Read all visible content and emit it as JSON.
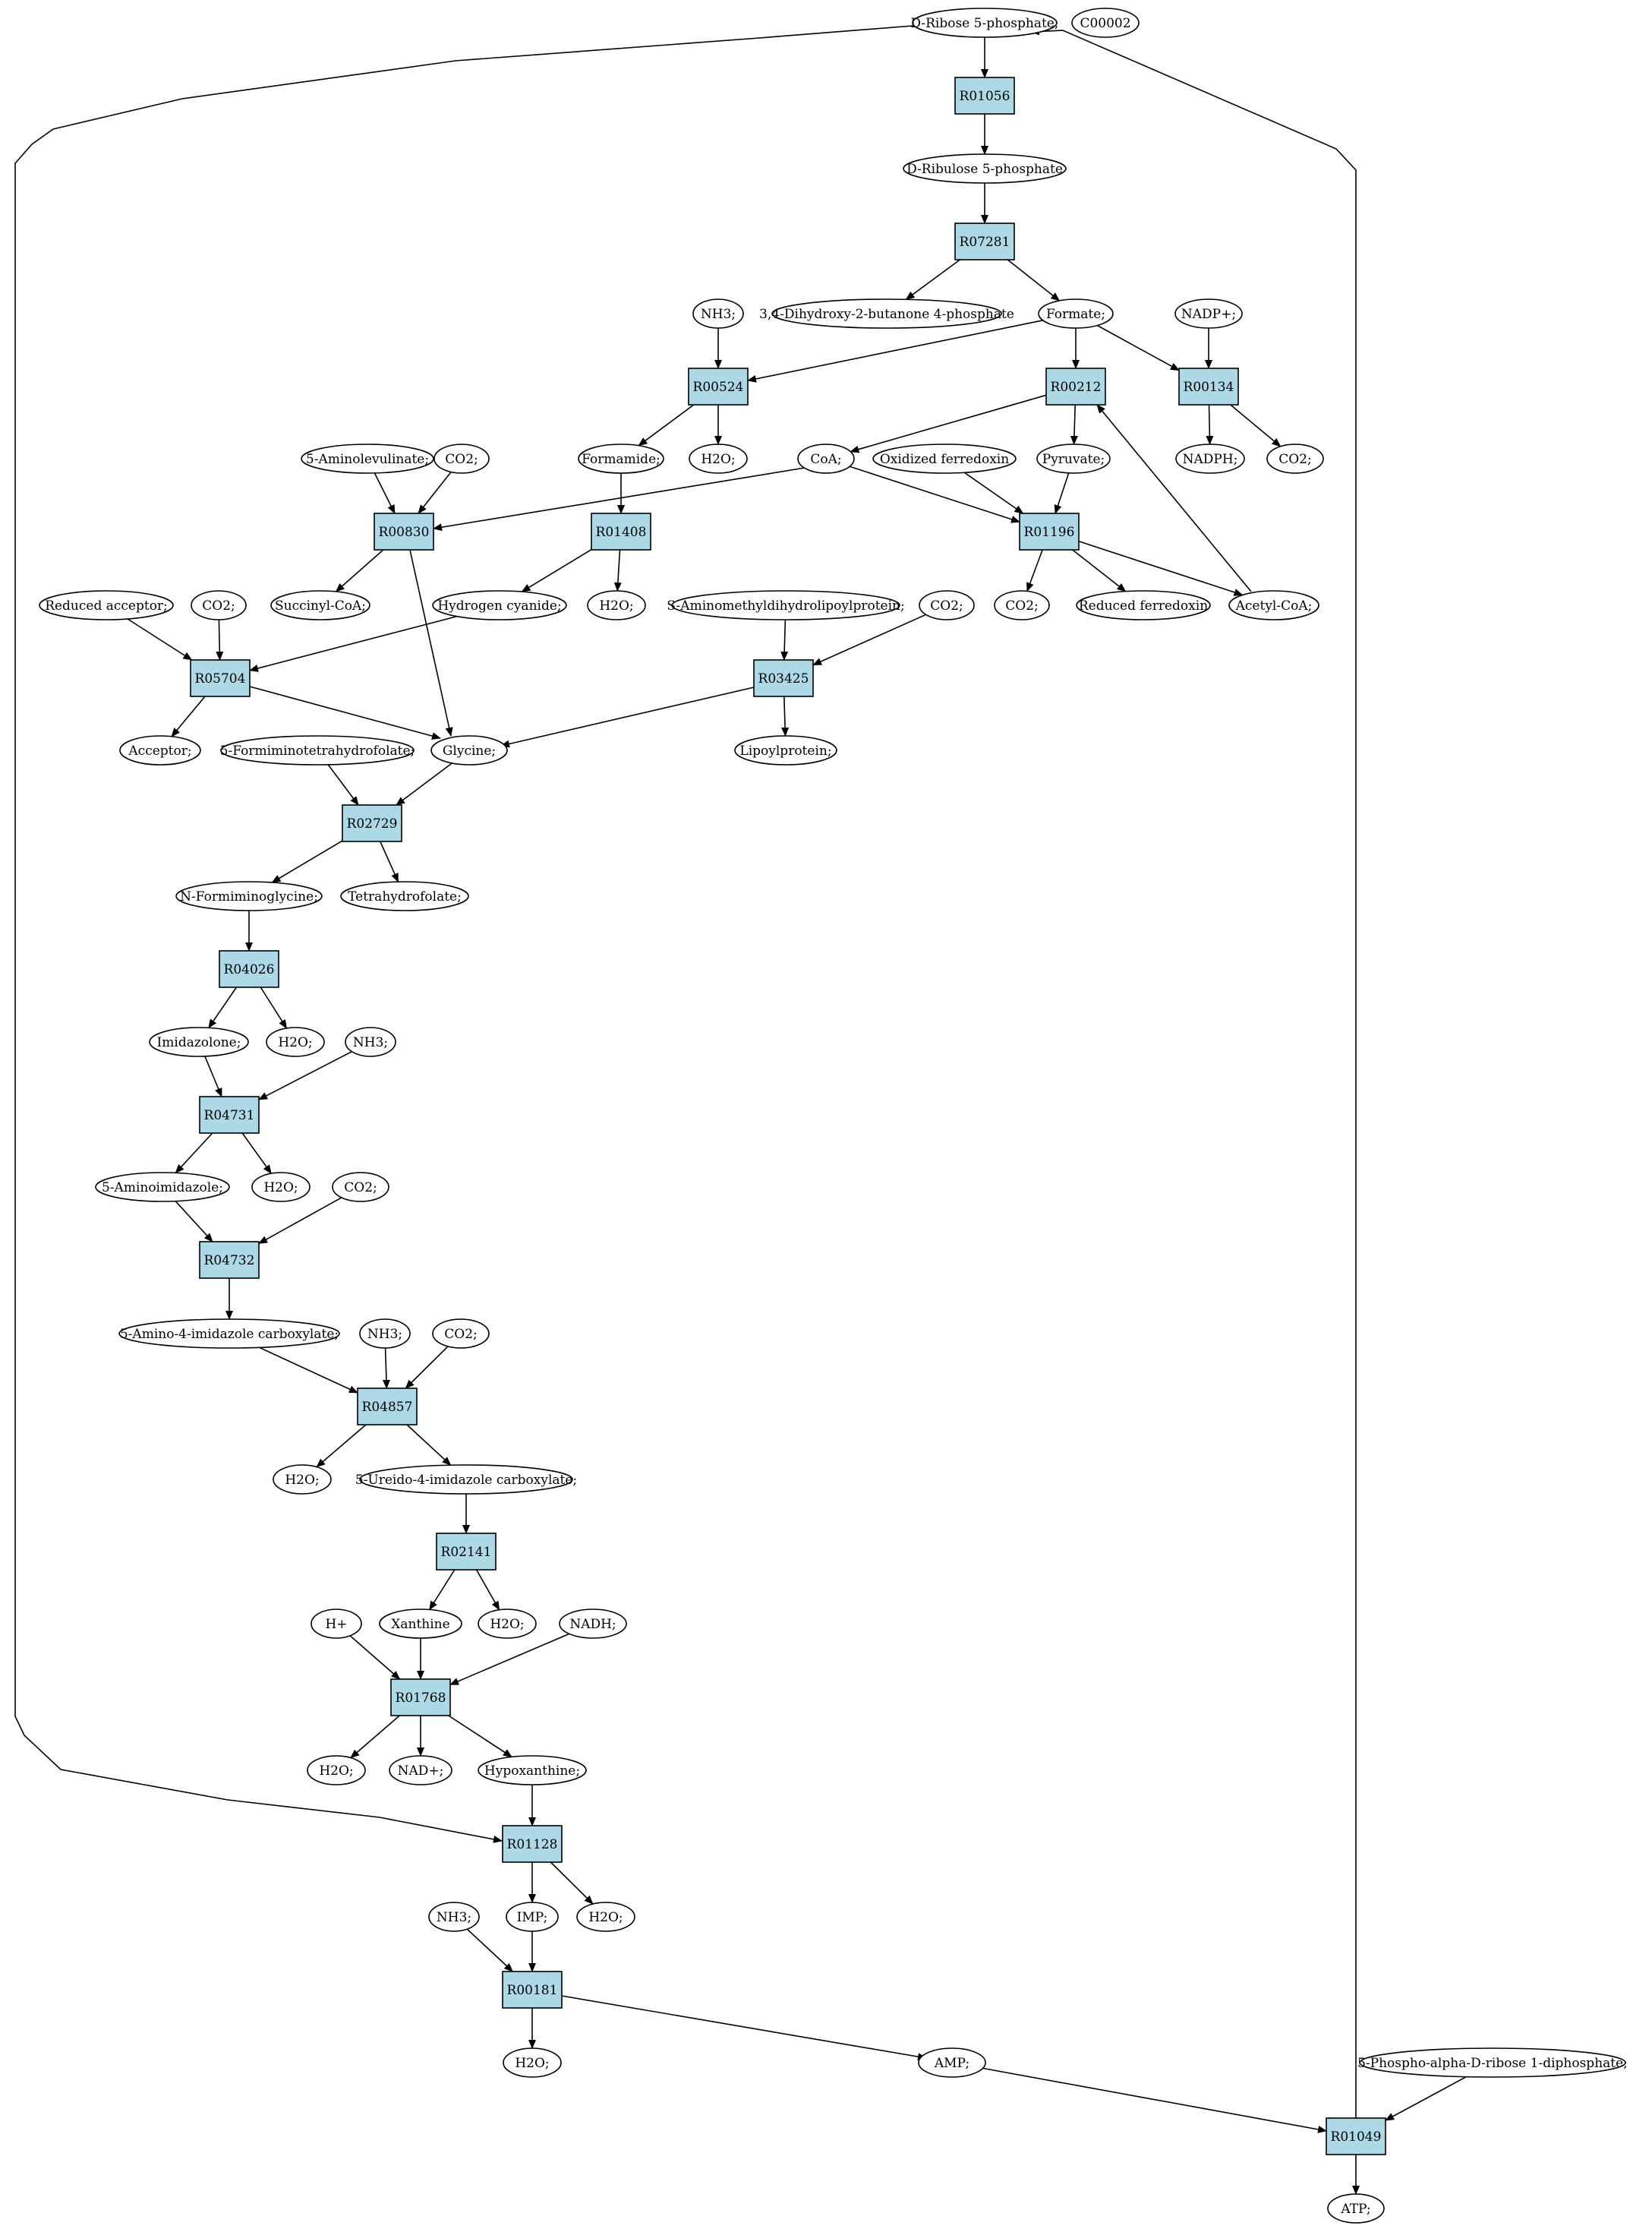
{
  "colors": {
    "reaction_fill": "#add8e6",
    "compound_fill": "#ffffff",
    "start_fill": "#00ff00",
    "legend_fill": "#ffff00",
    "line": "#000000"
  },
  "nodes": [
    {
      "id": "ribose5p",
      "label": "D-Ribose 5-phosphate;",
      "kind": "compound",
      "style": "start"
    },
    {
      "id": "c00002",
      "label": "C00002",
      "kind": "compound",
      "style": "legend"
    },
    {
      "id": "R01056",
      "label": "R01056",
      "kind": "reaction"
    },
    {
      "id": "ribulose5p",
      "label": "D-Ribulose 5-phosphate",
      "kind": "compound"
    },
    {
      "id": "R07281",
      "label": "R07281",
      "kind": "reaction"
    },
    {
      "id": "dihydroxybutanone",
      "label": "3,4-Dihydroxy-2-butanone 4-phosphate",
      "kind": "compound"
    },
    {
      "id": "formate",
      "label": "Formate;",
      "kind": "compound"
    },
    {
      "id": "nh3_1",
      "label": "NH3;",
      "kind": "compound"
    },
    {
      "id": "nadp",
      "label": "NADP+;",
      "kind": "compound"
    },
    {
      "id": "R00524",
      "label": "R00524",
      "kind": "reaction"
    },
    {
      "id": "R00212",
      "label": "R00212",
      "kind": "reaction"
    },
    {
      "id": "R00134",
      "label": "R00134",
      "kind": "reaction"
    },
    {
      "id": "aminolevulinate",
      "label": "5-Aminolevulinate;",
      "kind": "compound"
    },
    {
      "id": "co2_1",
      "label": "CO2;",
      "kind": "compound"
    },
    {
      "id": "formamide",
      "label": "Formamide;",
      "kind": "compound"
    },
    {
      "id": "h2o_1",
      "label": "H2O;",
      "kind": "compound"
    },
    {
      "id": "coa",
      "label": "CoA;",
      "kind": "compound"
    },
    {
      "id": "oxfd",
      "label": "Oxidized ferredoxin",
      "kind": "compound"
    },
    {
      "id": "pyruvate",
      "label": "Pyruvate;",
      "kind": "compound"
    },
    {
      "id": "nadph",
      "label": "NADPH;",
      "kind": "compound"
    },
    {
      "id": "co2_2",
      "label": "CO2;",
      "kind": "compound"
    },
    {
      "id": "R00830",
      "label": "R00830",
      "kind": "reaction"
    },
    {
      "id": "R01408",
      "label": "R01408",
      "kind": "reaction"
    },
    {
      "id": "R01196",
      "label": "R01196",
      "kind": "reaction"
    },
    {
      "id": "redacc",
      "label": "Reduced acceptor;",
      "kind": "compound"
    },
    {
      "id": "co2_3",
      "label": "CO2;",
      "kind": "compound"
    },
    {
      "id": "succcoa",
      "label": "Succinyl-CoA;",
      "kind": "compound"
    },
    {
      "id": "hcn",
      "label": "Hydrogen cyanide;",
      "kind": "compound"
    },
    {
      "id": "h2o_2",
      "label": "H2O;",
      "kind": "compound"
    },
    {
      "id": "amdhlp",
      "label": "S-Aminomethyldihydrolipoylprotein;",
      "kind": "compound"
    },
    {
      "id": "co2_4",
      "label": "CO2;",
      "kind": "compound"
    },
    {
      "id": "co2_5",
      "label": "CO2;",
      "kind": "compound"
    },
    {
      "id": "redfd",
      "label": "Reduced ferredoxin",
      "kind": "compound"
    },
    {
      "id": "acetylcoa",
      "label": "Acetyl-CoA;",
      "kind": "compound"
    },
    {
      "id": "R05704",
      "label": "R05704",
      "kind": "reaction"
    },
    {
      "id": "R03425",
      "label": "R03425",
      "kind": "reaction"
    },
    {
      "id": "acceptor",
      "label": "Acceptor;",
      "kind": "compound"
    },
    {
      "id": "fthf",
      "label": "5-Formiminotetrahydrofolate;",
      "kind": "compound"
    },
    {
      "id": "glycine",
      "label": "Glycine;",
      "kind": "compound"
    },
    {
      "id": "lipoylprotein",
      "label": "Lipoylprotein;",
      "kind": "compound"
    },
    {
      "id": "R02729",
      "label": "R02729",
      "kind": "reaction"
    },
    {
      "id": "nformimglycine",
      "label": "N-Formiminoglycine;",
      "kind": "compound"
    },
    {
      "id": "thf",
      "label": "Tetrahydrofolate;",
      "kind": "compound"
    },
    {
      "id": "R04026",
      "label": "R04026",
      "kind": "reaction"
    },
    {
      "id": "imidazolone",
      "label": "Imidazolone;",
      "kind": "compound"
    },
    {
      "id": "h2o_3",
      "label": "H2O;",
      "kind": "compound"
    },
    {
      "id": "nh3_2",
      "label": "NH3;",
      "kind": "compound"
    },
    {
      "id": "R04731",
      "label": "R04731",
      "kind": "reaction"
    },
    {
      "id": "aminoimidazole",
      "label": "5-Aminoimidazole;",
      "kind": "compound"
    },
    {
      "id": "h2o_4",
      "label": "H2O;",
      "kind": "compound"
    },
    {
      "id": "co2_6",
      "label": "CO2;",
      "kind": "compound"
    },
    {
      "id": "R04732",
      "label": "R04732",
      "kind": "reaction"
    },
    {
      "id": "aic",
      "label": "5-Amino-4-imidazole carboxylate;",
      "kind": "compound"
    },
    {
      "id": "nh3_3",
      "label": "NH3;",
      "kind": "compound"
    },
    {
      "id": "co2_7",
      "label": "CO2;",
      "kind": "compound"
    },
    {
      "id": "R04857",
      "label": "R04857",
      "kind": "reaction"
    },
    {
      "id": "h2o_5",
      "label": "H2O;",
      "kind": "compound"
    },
    {
      "id": "uic",
      "label": "5-Ureido-4-imidazole carboxylate;",
      "kind": "compound"
    },
    {
      "id": "R02141",
      "label": "R02141",
      "kind": "reaction"
    },
    {
      "id": "hplus",
      "label": "H+",
      "kind": "compound"
    },
    {
      "id": "xanthine",
      "label": "Xanthine",
      "kind": "compound"
    },
    {
      "id": "h2o_6",
      "label": "H2O;",
      "kind": "compound"
    },
    {
      "id": "nadh",
      "label": "NADH;",
      "kind": "compound"
    },
    {
      "id": "R01768",
      "label": "R01768",
      "kind": "reaction"
    },
    {
      "id": "h2o_7",
      "label": "H2O;",
      "kind": "compound"
    },
    {
      "id": "nadplus",
      "label": "NAD+;",
      "kind": "compound"
    },
    {
      "id": "hypoxanthine",
      "label": "Hypoxanthine;",
      "kind": "compound"
    },
    {
      "id": "R01128",
      "label": "R01128",
      "kind": "reaction"
    },
    {
      "id": "nh3_4",
      "label": "NH3;",
      "kind": "compound"
    },
    {
      "id": "imp",
      "label": "IMP;",
      "kind": "compound"
    },
    {
      "id": "h2o_8",
      "label": "H2O;",
      "kind": "compound"
    },
    {
      "id": "R00181",
      "label": "R00181",
      "kind": "reaction"
    },
    {
      "id": "h2o_9",
      "label": "H2O;",
      "kind": "compound"
    },
    {
      "id": "amp",
      "label": "AMP;",
      "kind": "compound"
    },
    {
      "id": "prpp",
      "label": "5-Phospho-alpha-D-ribose 1-diphosphate;",
      "kind": "compound"
    },
    {
      "id": "R01049",
      "label": "R01049",
      "kind": "reaction"
    },
    {
      "id": "atp",
      "label": "ATP;",
      "kind": "compound"
    }
  ],
  "edges": [
    [
      "ribose5p",
      "R01056"
    ],
    [
      "R01056",
      "ribulose5p"
    ],
    [
      "ribulose5p",
      "R07281"
    ],
    [
      "R07281",
      "dihydroxybutanone"
    ],
    [
      "R07281",
      "formate"
    ],
    [
      "nh3_1",
      "R00524"
    ],
    [
      "formate",
      "R00524"
    ],
    [
      "formate",
      "R00212"
    ],
    [
      "formate",
      "R00134"
    ],
    [
      "nadp",
      "R00134"
    ],
    [
      "R00524",
      "formamide"
    ],
    [
      "R00524",
      "h2o_1"
    ],
    [
      "R00212",
      "coa"
    ],
    [
      "R00212",
      "pyruvate"
    ],
    [
      "R00134",
      "nadph"
    ],
    [
      "R00134",
      "co2_2"
    ],
    [
      "aminolevulinate",
      "R00830"
    ],
    [
      "co2_1",
      "R00830"
    ],
    [
      "coa",
      "R00830"
    ],
    [
      "formamide",
      "R01408"
    ],
    [
      "coa",
      "R01196"
    ],
    [
      "oxfd",
      "R01196"
    ],
    [
      "pyruvate",
      "R01196"
    ],
    [
      "R00830",
      "succcoa"
    ],
    [
      "R00830",
      "glycine"
    ],
    [
      "R01408",
      "hcn"
    ],
    [
      "R01408",
      "h2o_2"
    ],
    [
      "R01196",
      "co2_5"
    ],
    [
      "R01196",
      "redfd"
    ],
    [
      "R01196",
      "acetylcoa"
    ],
    [
      "acetylcoa",
      "R00212"
    ],
    [
      "redacc",
      "R05704"
    ],
    [
      "co2_3",
      "R05704"
    ],
    [
      "hcn",
      "R05704"
    ],
    [
      "amdhlp",
      "R03425"
    ],
    [
      "co2_4",
      "R03425"
    ],
    [
      "R05704",
      "acceptor"
    ],
    [
      "R05704",
      "glycine"
    ],
    [
      "R03425",
      "glycine"
    ],
    [
      "R03425",
      "lipoylprotein"
    ],
    [
      "fthf",
      "R02729"
    ],
    [
      "glycine",
      "R02729"
    ],
    [
      "R02729",
      "nformimglycine"
    ],
    [
      "R02729",
      "thf"
    ],
    [
      "nformimglycine",
      "R04026"
    ],
    [
      "R04026",
      "imidazolone"
    ],
    [
      "R04026",
      "h2o_3"
    ],
    [
      "imidazolone",
      "R04731"
    ],
    [
      "nh3_2",
      "R04731"
    ],
    [
      "R04731",
      "aminoimidazole"
    ],
    [
      "R04731",
      "h2o_4"
    ],
    [
      "aminoimidazole",
      "R04732"
    ],
    [
      "co2_6",
      "R04732"
    ],
    [
      "R04732",
      "aic"
    ],
    [
      "aic",
      "R04857"
    ],
    [
      "nh3_3",
      "R04857"
    ],
    [
      "co2_7",
      "R04857"
    ],
    [
      "R04857",
      "h2o_5"
    ],
    [
      "R04857",
      "uic"
    ],
    [
      "uic",
      "R02141"
    ],
    [
      "R02141",
      "xanthine"
    ],
    [
      "R02141",
      "h2o_6"
    ],
    [
      "hplus",
      "R01768"
    ],
    [
      "xanthine",
      "R01768"
    ],
    [
      "nadh",
      "R01768"
    ],
    [
      "R01768",
      "h2o_7"
    ],
    [
      "R01768",
      "nadplus"
    ],
    [
      "R01768",
      "hypoxanthine"
    ],
    [
      "hypoxanthine",
      "R01128"
    ],
    [
      "ribose5p",
      "R01128"
    ],
    [
      "R01128",
      "imp"
    ],
    [
      "R01128",
      "h2o_8"
    ],
    [
      "nh3_4",
      "R00181"
    ],
    [
      "imp",
      "R00181"
    ],
    [
      "R00181",
      "h2o_9"
    ],
    [
      "R00181",
      "amp"
    ],
    [
      "amp",
      "R01049"
    ],
    [
      "prpp",
      "R01049"
    ],
    [
      "R01049",
      "atp"
    ],
    [
      "R01049",
      "ribose5p"
    ]
  ]
}
